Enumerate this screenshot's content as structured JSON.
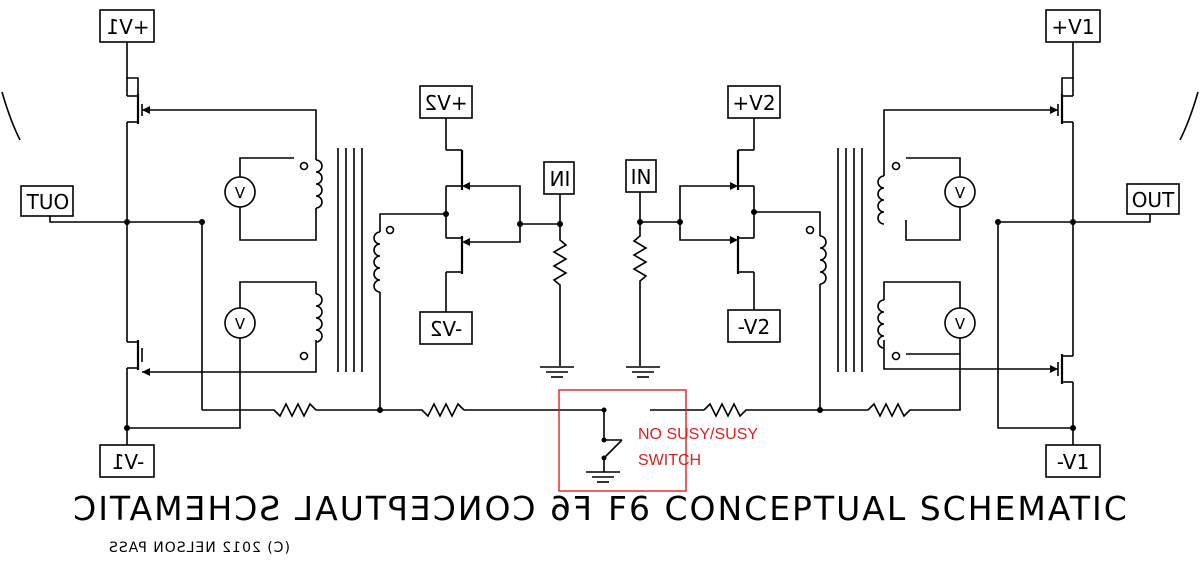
{
  "labels": {
    "vplus1_left": "+V1",
    "vminus1_left": "-V1",
    "out_left": "OUT",
    "vplus2_left": "+V2",
    "vminus2_left": "-V2",
    "in_left": "IN",
    "in_right": "IN",
    "vplus2_right": "+V2",
    "vminus2_right": "-V2",
    "vplus1_right": "+V1",
    "vminus1_right": "-V1",
    "out_right": "OUT",
    "meter": "V"
  },
  "title_left": "F6 CONCEPTUAL SCHEMATIC",
  "title_right": "F6 CONCEPTUAL SCHEMATIC",
  "copyright": "(C) 2012 NELSON PASS",
  "switch_annotation": {
    "line1": "NO SUSY/SUSY",
    "line2": "SWITCH",
    "color": "#e0201f"
  }
}
